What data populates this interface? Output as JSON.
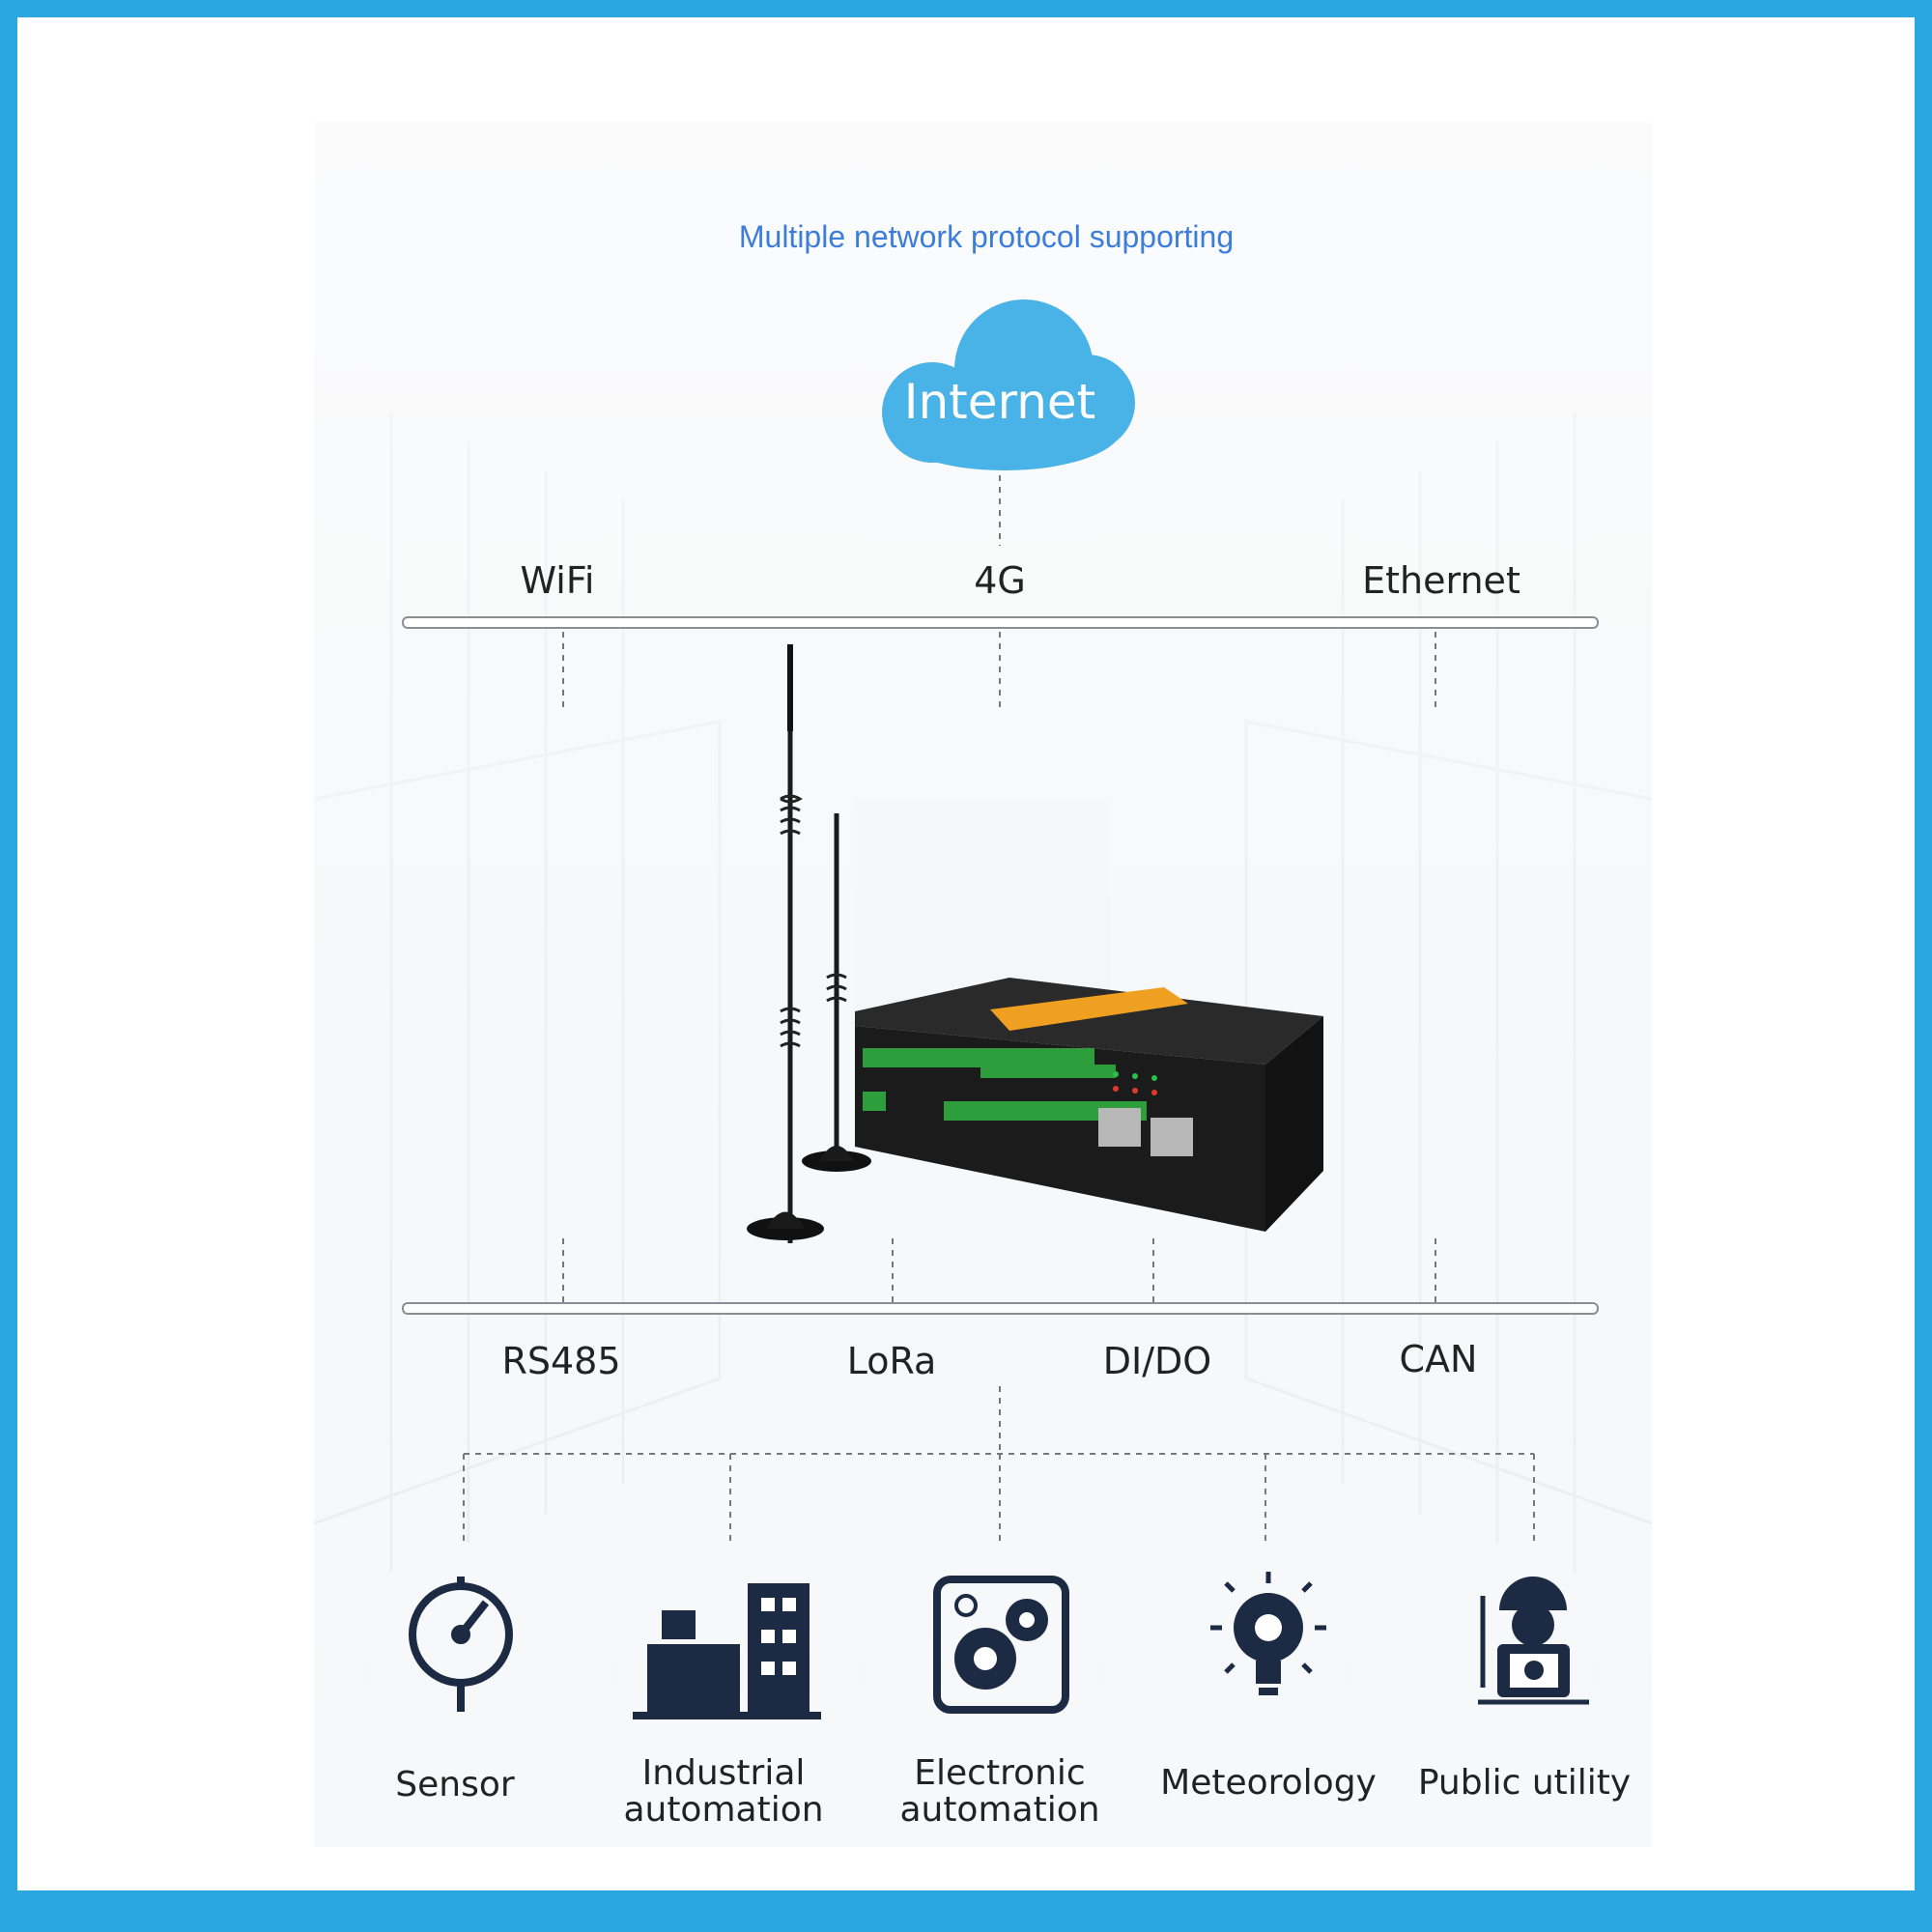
{
  "title": "Multiple network protocol supporting",
  "cloud": {
    "label": "Internet"
  },
  "upper_protocols": [
    "WiFi",
    "4G",
    "Ethernet"
  ],
  "lower_protocols": [
    "RS485",
    "LoRa",
    "DI/DO",
    "CAN"
  ],
  "applications": [
    {
      "line1": "Sensor",
      "line2": "",
      "icon": "gauge-icon"
    },
    {
      "line1": "Industrial",
      "line2": "automation",
      "icon": "factory-icon"
    },
    {
      "line1": "Electronic",
      "line2": "automation",
      "icon": "gears-icon"
    },
    {
      "line1": "Meteorology",
      "line2": "",
      "icon": "lightbulb-icon"
    },
    {
      "line1": "Public utility",
      "line2": "",
      "icon": "worker-icon"
    }
  ],
  "colors": {
    "frame": "#2aa7e0",
    "title": "#3c7ddc",
    "cloud": "#49b3e8",
    "icons": "#1d2a44"
  }
}
